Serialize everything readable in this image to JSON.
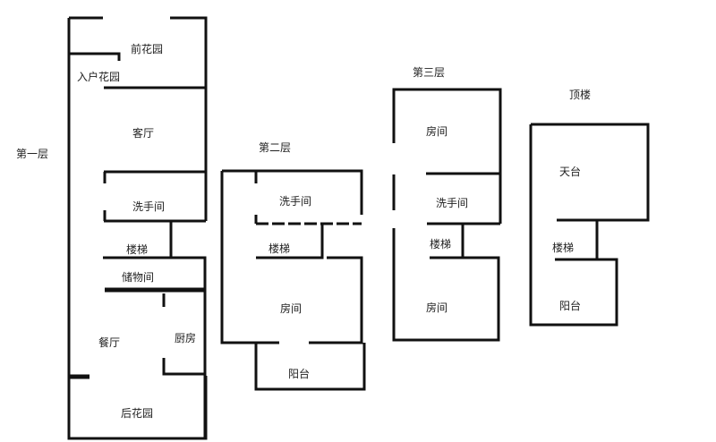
{
  "floors": [
    {
      "title": "第一层",
      "rooms": [
        "前花园",
        "入户花园",
        "客厅",
        "洗手间",
        "楼梯",
        "储物间",
        "餐厅",
        "厨房",
        "后花园"
      ]
    },
    {
      "title": "第二层",
      "rooms": [
        "洗手间",
        "楼梯",
        "房间",
        "阳台"
      ]
    },
    {
      "title": "第三层",
      "rooms": [
        "房间",
        "洗手间",
        "楼梯",
        "房间"
      ]
    },
    {
      "title": "顶楼",
      "rooms": [
        "天台",
        "楼梯",
        "阳台"
      ]
    }
  ]
}
